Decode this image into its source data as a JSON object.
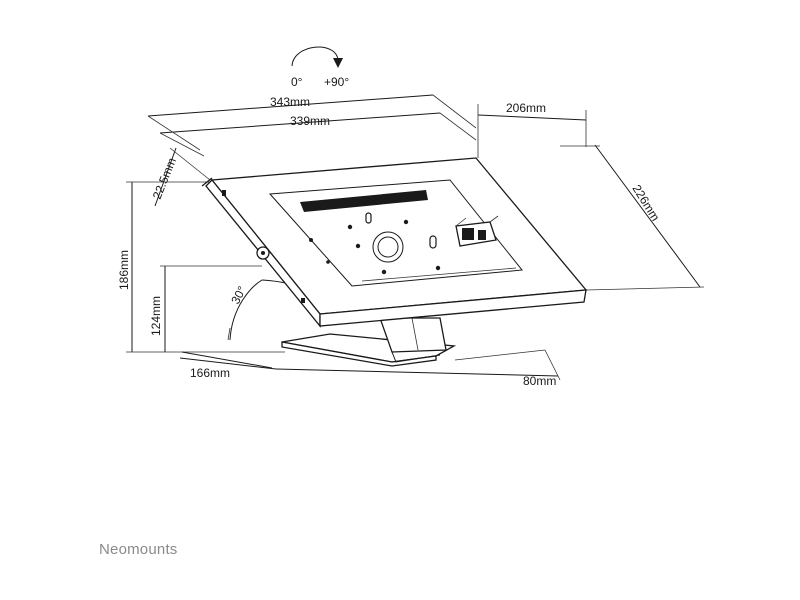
{
  "brand": "Neomounts",
  "rotation": {
    "from": "0°",
    "to": "+90°"
  },
  "dimensions": {
    "outer_width": "343mm",
    "inner_width": "339mm",
    "depth": "206mm",
    "height_frame": "226mm",
    "thickness": "22.5mm",
    "total_height": "186mm",
    "pivot_height": "124mm",
    "tilt_angle": "30°",
    "base_length": "166mm",
    "base_width": "80mm"
  }
}
